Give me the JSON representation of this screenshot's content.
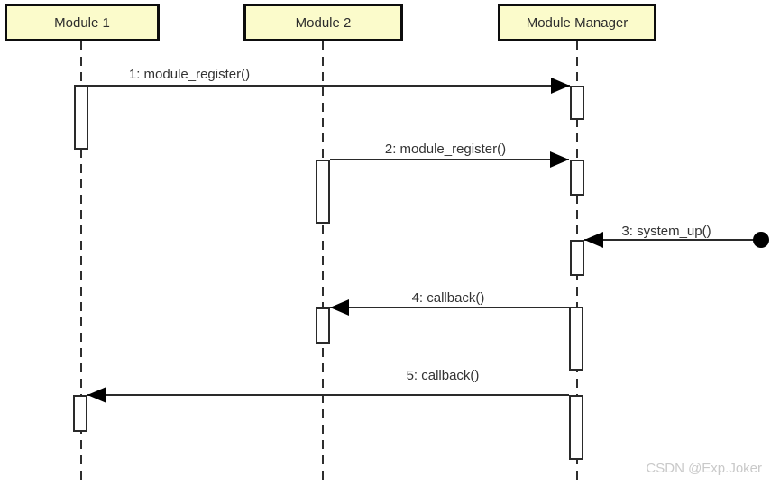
{
  "diagram": {
    "type": "uml-sequence-diagram",
    "lifelines": [
      {
        "label": "Module 1"
      },
      {
        "label": "Module 2"
      },
      {
        "label": "Module Manager"
      }
    ],
    "messages": [
      {
        "label": "1: module_register()",
        "from": "Module 1",
        "to": "Module Manager",
        "direction": "right"
      },
      {
        "label": "2: module_register()",
        "from": "Module 2",
        "to": "Module Manager",
        "direction": "right"
      },
      {
        "label": "3: system_up()",
        "from": "found-message-endpoint",
        "to": "Module Manager",
        "direction": "left"
      },
      {
        "label": "4: callback()",
        "from": "Module Manager",
        "to": "Module 2",
        "direction": "left"
      },
      {
        "label": "5: callback()",
        "from": "Module Manager",
        "to": "Module 1",
        "direction": "left"
      }
    ],
    "colors": {
      "header_fill": "#fbfbcb",
      "border": "#0d0d0d",
      "line": "#2a2a2a",
      "arrowhead": "#000000",
      "watermark": "#c9c9c9"
    }
  },
  "watermark": {
    "text": "CSDN @Exp.Joker"
  }
}
